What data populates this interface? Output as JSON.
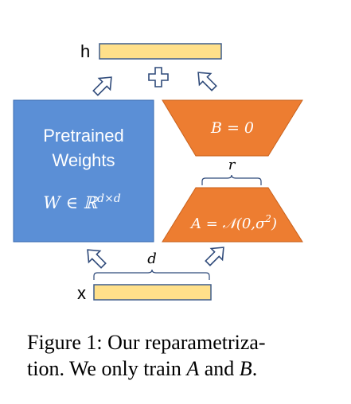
{
  "diagram": {
    "h_label": "h",
    "x_label": "x",
    "plus_label": "+",
    "pretrained_line1": "Pretrained",
    "pretrained_line2": "Weights",
    "weight_formula": "W ∈ ℝ",
    "weight_formula_sup": "d×d",
    "b_label": "B = 0",
    "a_label": "A = 𝒩(0,σ",
    "a_label_sup": "2",
    "a_label_close": ")",
    "r_label": "r",
    "d_label": "d",
    "colors": {
      "pretrained_fill": "#5b8fd6",
      "lora_fill": "#ed7d31",
      "vector_fill": "#ffe08a",
      "vector_stroke": "#3f5d8c",
      "arrow_stroke": "#2f4a7a",
      "text_white": "#ffffff"
    }
  },
  "caption": {
    "line1": "Figure 1: Our reparametriza-",
    "line2_pre": "tion. We only train ",
    "line2_a": "A",
    "line2_mid": " and ",
    "line2_b": "B",
    "line2_end": "."
  }
}
